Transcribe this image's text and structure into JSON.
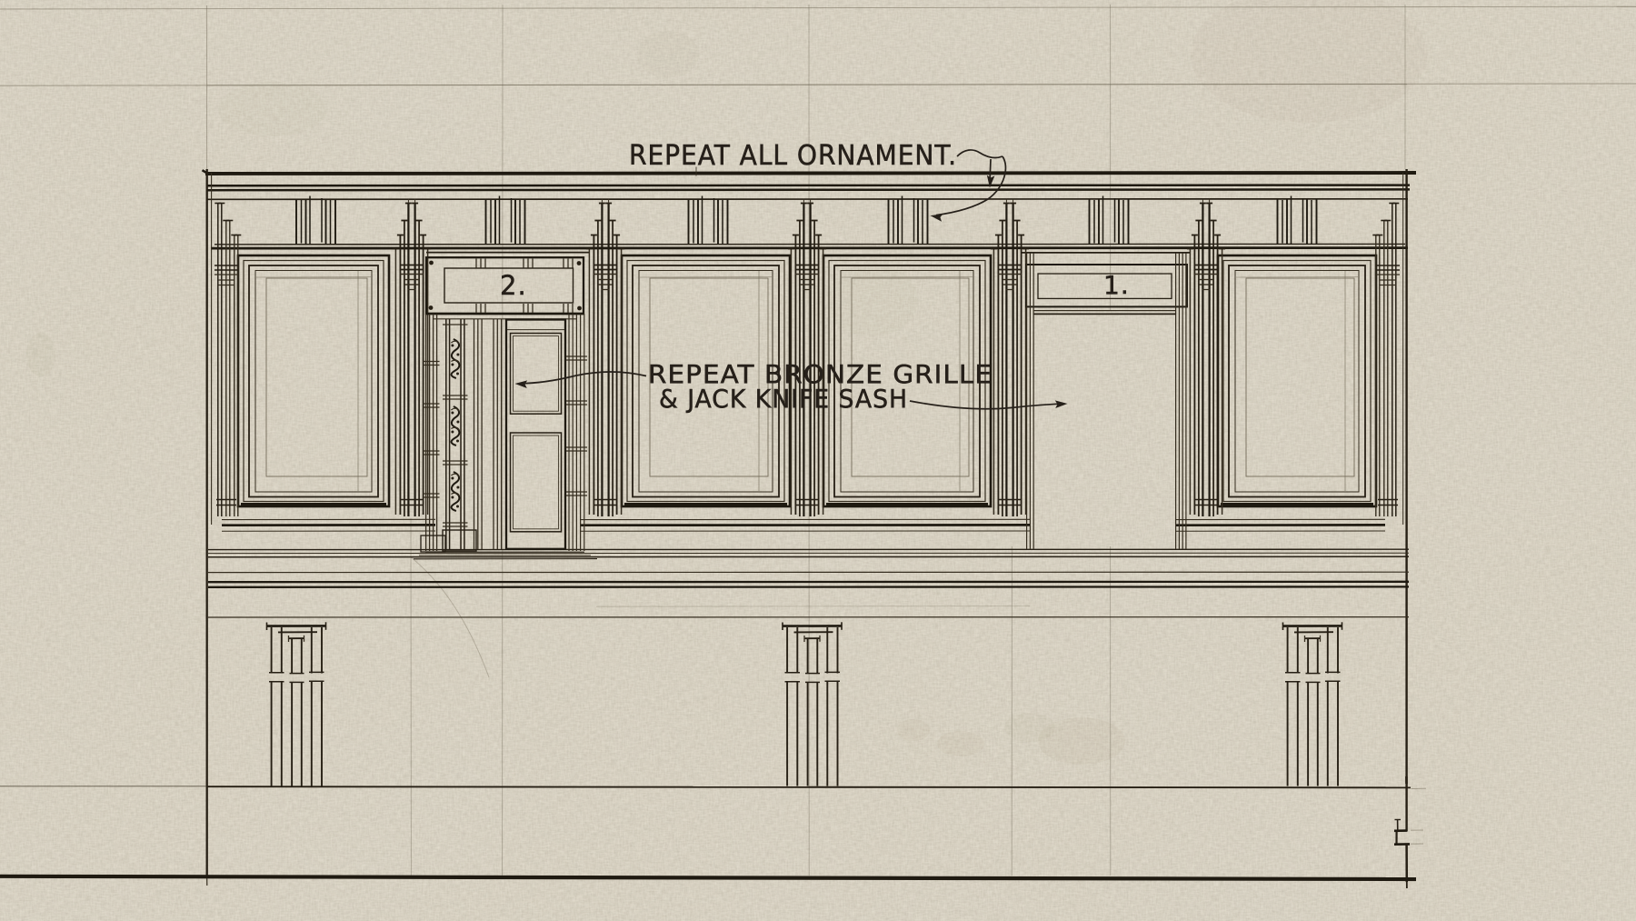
{
  "document": {
    "kind": "architectural elevation working drawing",
    "medium": "ink and pencil on linen"
  },
  "annotations": {
    "ornament_note": "REPEAT ALL ORNAMENT.",
    "grille_note_line1": "REPEAT BRONZE GRILLE",
    "grille_note_line2": "& JACK KNIFE SASH",
    "door_label": "2.",
    "opening_label": "1."
  },
  "colors": {
    "paper": "#d4cebf",
    "ink_heavy": "#1f1a11",
    "ink_medium": "#261f14",
    "ink_light": "#352d1f",
    "pencil": "#6a6250"
  }
}
